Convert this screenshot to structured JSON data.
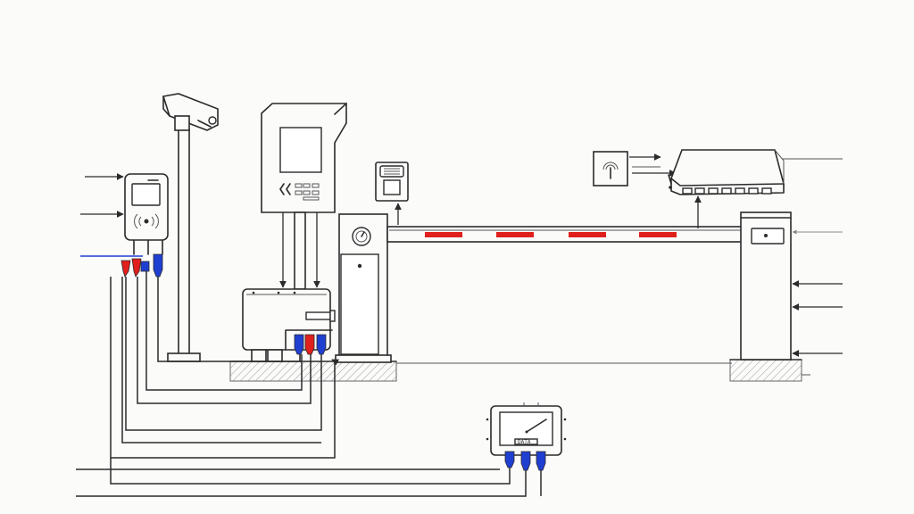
{
  "colors": {
    "line": "#2b2b2b",
    "red_connector": "#e0201c",
    "blue_connector": "#1f3fd1",
    "barrier_stripe": "#e0201c",
    "background": "#fbfbfa"
  },
  "components": [
    {
      "id": "card-reader",
      "icon": "nfc-icon"
    },
    {
      "id": "surveillance-camera",
      "icon": "camera-icon"
    },
    {
      "id": "ticket-kiosk",
      "icon": "kiosk-icon"
    },
    {
      "id": "control-box",
      "icon": "controller-icon"
    },
    {
      "id": "barrier-cabinet",
      "icon": "gauge-icon"
    },
    {
      "id": "display-unit",
      "icon": "display-icon"
    },
    {
      "id": "barrier-arm",
      "icon": "boom-arm-icon"
    },
    {
      "id": "signal-sensor",
      "icon": "signal-icon"
    },
    {
      "id": "keypad-panel",
      "icon": "keypad-icon"
    },
    {
      "id": "end-support-post",
      "icon": "post-icon"
    },
    {
      "id": "monitor-unit",
      "icon": "monitor-icon"
    }
  ],
  "labels": {
    "monitor_plate": "DATA"
  }
}
